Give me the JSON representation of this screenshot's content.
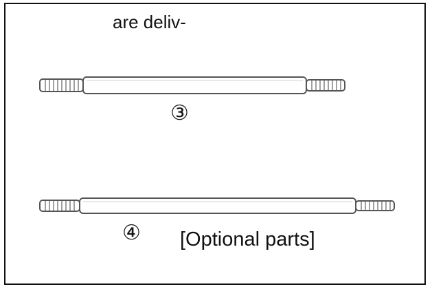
{
  "document": {
    "top_text": "are deliv-",
    "part_3_label": "③",
    "part_4_label": "④",
    "optional_label": "[Optional parts]"
  },
  "colors": {
    "border": "#111111",
    "rod_outline": "#555555",
    "background": "#ffffff"
  },
  "icons": {
    "rod_3": "threaded-rod-icon",
    "rod_4": "threaded-rod-icon"
  }
}
